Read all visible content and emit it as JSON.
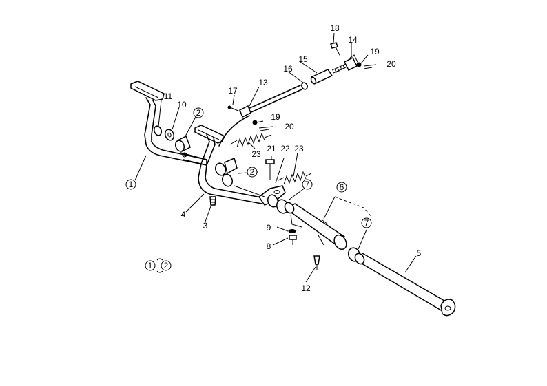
{
  "labels": {
    "c1": "1",
    "c2a": "2",
    "c2b": "2",
    "c6": "6",
    "c7a": "7",
    "c7b": "7",
    "n3": "3",
    "n4": "4",
    "n5": "5",
    "n8": "8",
    "n9": "9",
    "n10": "10",
    "n11": "11",
    "n12": "12",
    "n13": "13",
    "n14": "14",
    "n15": "15",
    "n16": "16",
    "n17": "17",
    "n18": "18",
    "n19a": "19",
    "n19b": "19",
    "n20a": "20",
    "n20b": "20",
    "n21": "21",
    "n22": "22",
    "n23a": "23",
    "n23b": "23",
    "legend_l": "1",
    "legend_r": "2"
  }
}
